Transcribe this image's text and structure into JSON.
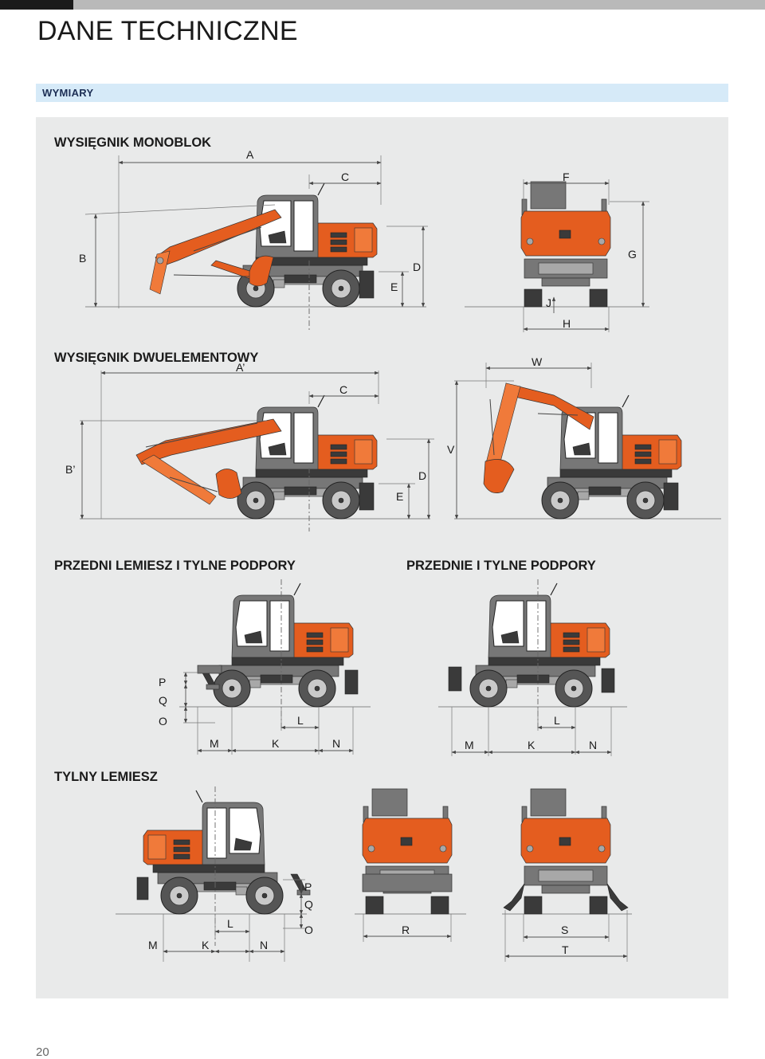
{
  "page": {
    "title": "DANE TECHNICZNE",
    "section": "WYMIARY",
    "page_number": "20"
  },
  "panels": {
    "monoblok": {
      "heading": "WYSIĘGNIK MONOBLOK",
      "labels": {
        "A": "A",
        "B": "B",
        "C": "C",
        "D": "D",
        "E": "E",
        "F": "F",
        "G": "G",
        "H": "H",
        "J": "J"
      }
    },
    "dwuelementowy": {
      "heading": "WYSIĘGNIK DWUELEMENTOWY",
      "labels": {
        "A": "A’",
        "B": "B’",
        "C": "C",
        "D": "D",
        "E": "E",
        "V": "V",
        "W": "W"
      }
    },
    "lemiesz_podpory": {
      "heading": "PRZEDNI LEMIESZ I TYLNE PODPORY",
      "labels": {
        "P": "P",
        "Q": "Q",
        "O": "O",
        "L": "L",
        "M": "M",
        "K": "K",
        "N": "N"
      }
    },
    "podpory": {
      "heading": "PRZEDNIE I TYLNE PODPORY",
      "labels": {
        "L": "L",
        "M": "M",
        "K": "K",
        "N": "N"
      }
    },
    "tylny_lemiesz": {
      "heading": "TYLNY LEMIESZ",
      "labels": {
        "L": "L",
        "M": "M",
        "K": "K",
        "N": "N",
        "P": "P",
        "Q": "Q",
        "O": "O",
        "R": "R",
        "S": "S",
        "T": "T"
      }
    }
  },
  "colors": {
    "accent": "#e45d1f",
    "band": "#d6eaf8",
    "panel": "#e9eaea",
    "section_text": "#1d2f55"
  }
}
